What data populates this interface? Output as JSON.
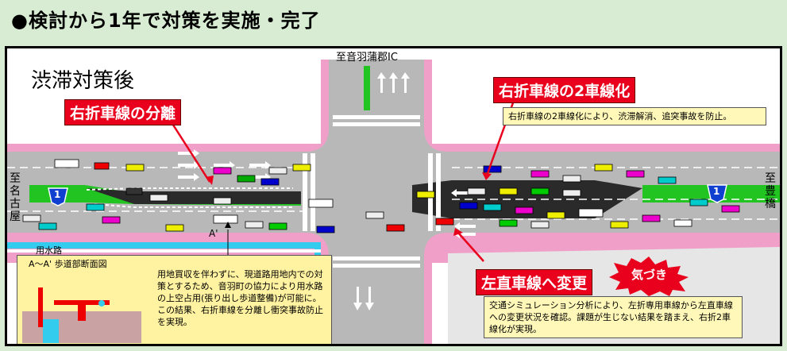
{
  "header": {
    "title": "●検討から1年で対策を実施・完了"
  },
  "diagram": {
    "title": "渋滞対策後",
    "destinations": {
      "north": "至音羽蒲郡IC",
      "west": "至名古屋",
      "east": "至豊橋"
    },
    "route_sign": "1",
    "waterway_label": "用水路",
    "section_marker": "A",
    "section_marker_prime": "A'",
    "callouts": {
      "left_turn_separation": "右折車線の分離",
      "left_turn_double": "右折車線の2車線化",
      "change_lane": "左直車線へ変更",
      "kizuki": "気づき"
    },
    "notes": {
      "double_lane_effect": "右折車線の2車線化により、渋滞解消、追突事故を防止。",
      "simulation": "交通シミュレーション分析により、左折専用車線から左直車線への変更状況を確認。課題が生じない結果を踏まえ、右折2車線化が実現。",
      "cross_section_title": "A～A' 歩道部断面図",
      "land_note": "用地買収を伴わずに、現道路用地内での対策とするため、音羽町の協力により用水路の上空占用(張り出し歩道整備)が可能に。この結果、右折車線を分離し衝突事故防止を実現。"
    },
    "colors": {
      "road": "#b5b5b5",
      "sidewalk": "#f0a0c8",
      "median": "#22c422",
      "dark_lane": "#2a2a2a",
      "callout_red": "#e8001c",
      "water": "#33ccee"
    }
  }
}
